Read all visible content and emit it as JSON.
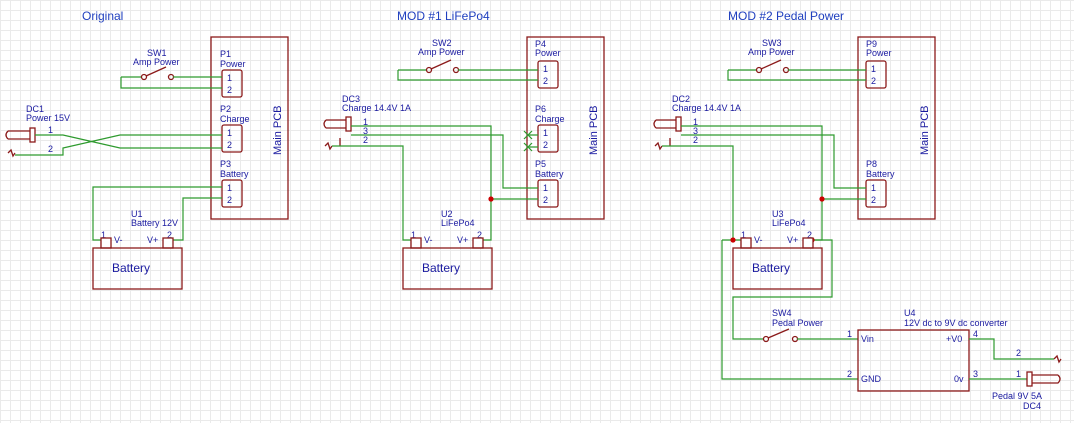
{
  "titles": {
    "original": "Original",
    "mod1": "MOD #1 LiFePo4",
    "mod2": "MOD #2 Pedal Power"
  },
  "labels": {
    "main_pcb": "Main PCB",
    "battery": "Battery",
    "pin1": "1",
    "pin2": "2",
    "pin3": "3",
    "pin4": "4",
    "vminus": "V-",
    "vplus": "V+",
    "vin": "Vin",
    "gnd": "GND",
    "v0plus": "+V0",
    "v0": "0v"
  },
  "original": {
    "sw1_ref": "SW1",
    "sw1_val": "Amp Power",
    "p1_ref": "P1",
    "p1_val": "Power",
    "p2_ref": "P2",
    "p2_val": "Charge",
    "p3_ref": "P3",
    "p3_val": "Battery",
    "dc1_ref": "DC1",
    "dc1_val": "Power 15V",
    "u1_ref": "U1",
    "u1_val": "Battery 12V"
  },
  "mod1": {
    "sw2_ref": "SW2",
    "sw2_val": "Amp Power",
    "p4_ref": "P4",
    "p4_val": "Power",
    "p6_ref": "P6",
    "p6_val": "Charge",
    "p5_ref": "P5",
    "p5_val": "Battery",
    "dc3_ref": "DC3",
    "dc3_val": "Charge 14.4V 1A",
    "u2_ref": "U2",
    "u2_val": "LiFePo4"
  },
  "mod2": {
    "sw3_ref": "SW3",
    "sw3_val": "Amp Power",
    "p9_ref": "P9",
    "p9_val": "Power",
    "p8_ref": "P8",
    "p8_val": "Battery",
    "dc2_ref": "DC2",
    "dc2_val": "Charge 14.4V 1A",
    "u3_ref": "U3",
    "u3_val": "LiFePo4",
    "sw4_ref": "SW4",
    "sw4_val": "Pedal Power",
    "u4_ref": "U4",
    "u4_val": "12V dc to 9V dc converter",
    "dc4_val": "Pedal 9V 5A",
    "dc4_ref": "DC4"
  },
  "colors": {
    "wire": "#2e9a2e",
    "component": "#8b1a1a",
    "text": "#1a1aa0",
    "junction": "#cc0000"
  }
}
